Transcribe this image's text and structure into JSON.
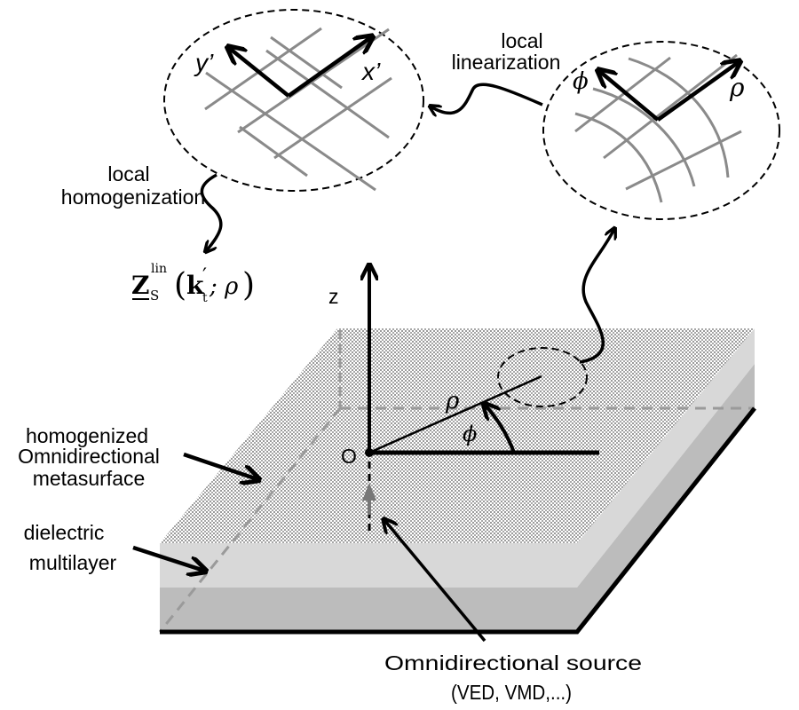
{
  "labels": {
    "local_linearization": [
      "local",
      "linearization"
    ],
    "local_homogenization": [
      "local",
      "homogenization"
    ],
    "metasurface": [
      "homogenized",
      "Omnidirectional",
      "metasurface"
    ],
    "dielectric": [
      "dielectric",
      "multilayer"
    ],
    "source": [
      "Omnidirectional source",
      "(VED, VMD,...)"
    ]
  },
  "axes": {
    "z": "z",
    "origin": "O",
    "rho": "ρ",
    "phi": "ϕ",
    "x_prime": "x’",
    "y_prime": "y’",
    "local_rho": "ρ",
    "local_phi": "ϕ"
  },
  "formula": {
    "symbol": "Z",
    "subscript": "S",
    "superscript": "lin",
    "argument_k": "k",
    "argument_k_prime": "′",
    "argument_k_sub": "t",
    "argument_rest": "; ρ",
    "open_paren": "(",
    "close_paren": ")"
  },
  "colors": {
    "stipple_dark": "#9a9a9a",
    "stipple_light": "#ffffff",
    "layer_light": "#d8d8d8",
    "layer_dark": "#bcbcbc",
    "grid": "#8a8a8a",
    "dashed_hidden": "#9a9a9a",
    "ink": "#000000"
  }
}
